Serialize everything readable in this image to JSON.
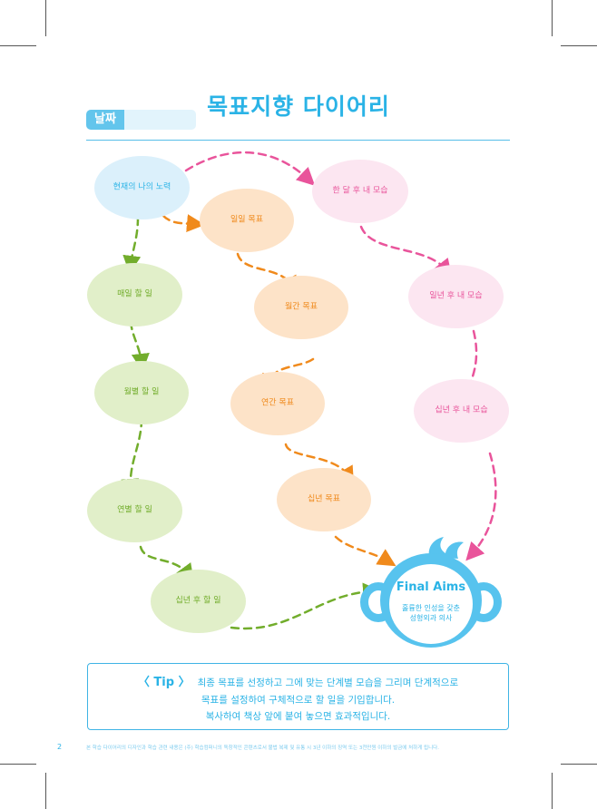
{
  "title": "목표지향 다이어리",
  "date_label": "날짜",
  "nodes": {
    "now": "현재의 나의 노력",
    "one_month_self": "한 달 후 내 모습",
    "one_year_self": "일년 후 내 모습",
    "ten_year_self": "십년 후 내 모습",
    "daily_goal": "일일 목표",
    "monthly_goal": "월간 목표",
    "yearly_goal": "연간 목표",
    "ten_year_goal": "십년 목표",
    "daily_todo": "매일 할 일",
    "monthly_todo": "월별 할 일",
    "yearly_todo": "연별 할 일",
    "ten_year_todo": "십년 후 할 일"
  },
  "final": {
    "title": "Final Aims",
    "line1": "훌륭한 인성을 갖춘",
    "line2": "성형외과 의사"
  },
  "tip": {
    "tag": "〈 Tip 〉",
    "line1": "최종 목표를 선정하고 그에 맞는 단계별 모습을 그리며 단계적으로",
    "line2": "목표를 설정하여 구체적으로 할 일을 기입합니다.",
    "line3": "복사하여 책상 앞에 붙여 놓으면 효과적입니다."
  },
  "page_number": "2",
  "footer": "본 학습 다이어리의 디자인과 학습 관련 내용은 (주) 학습컴퍼니의 독창적인 콘텐츠로서 불법 복제 및 유통 시 3년 이하의 징역 또는 3천만원 이하의 벌금에 처하게 됩니다.",
  "colors": {
    "accent_blue": "#2ab3e6",
    "pink": "#e9549b",
    "orange": "#f08a1c",
    "green": "#72ad2c"
  }
}
